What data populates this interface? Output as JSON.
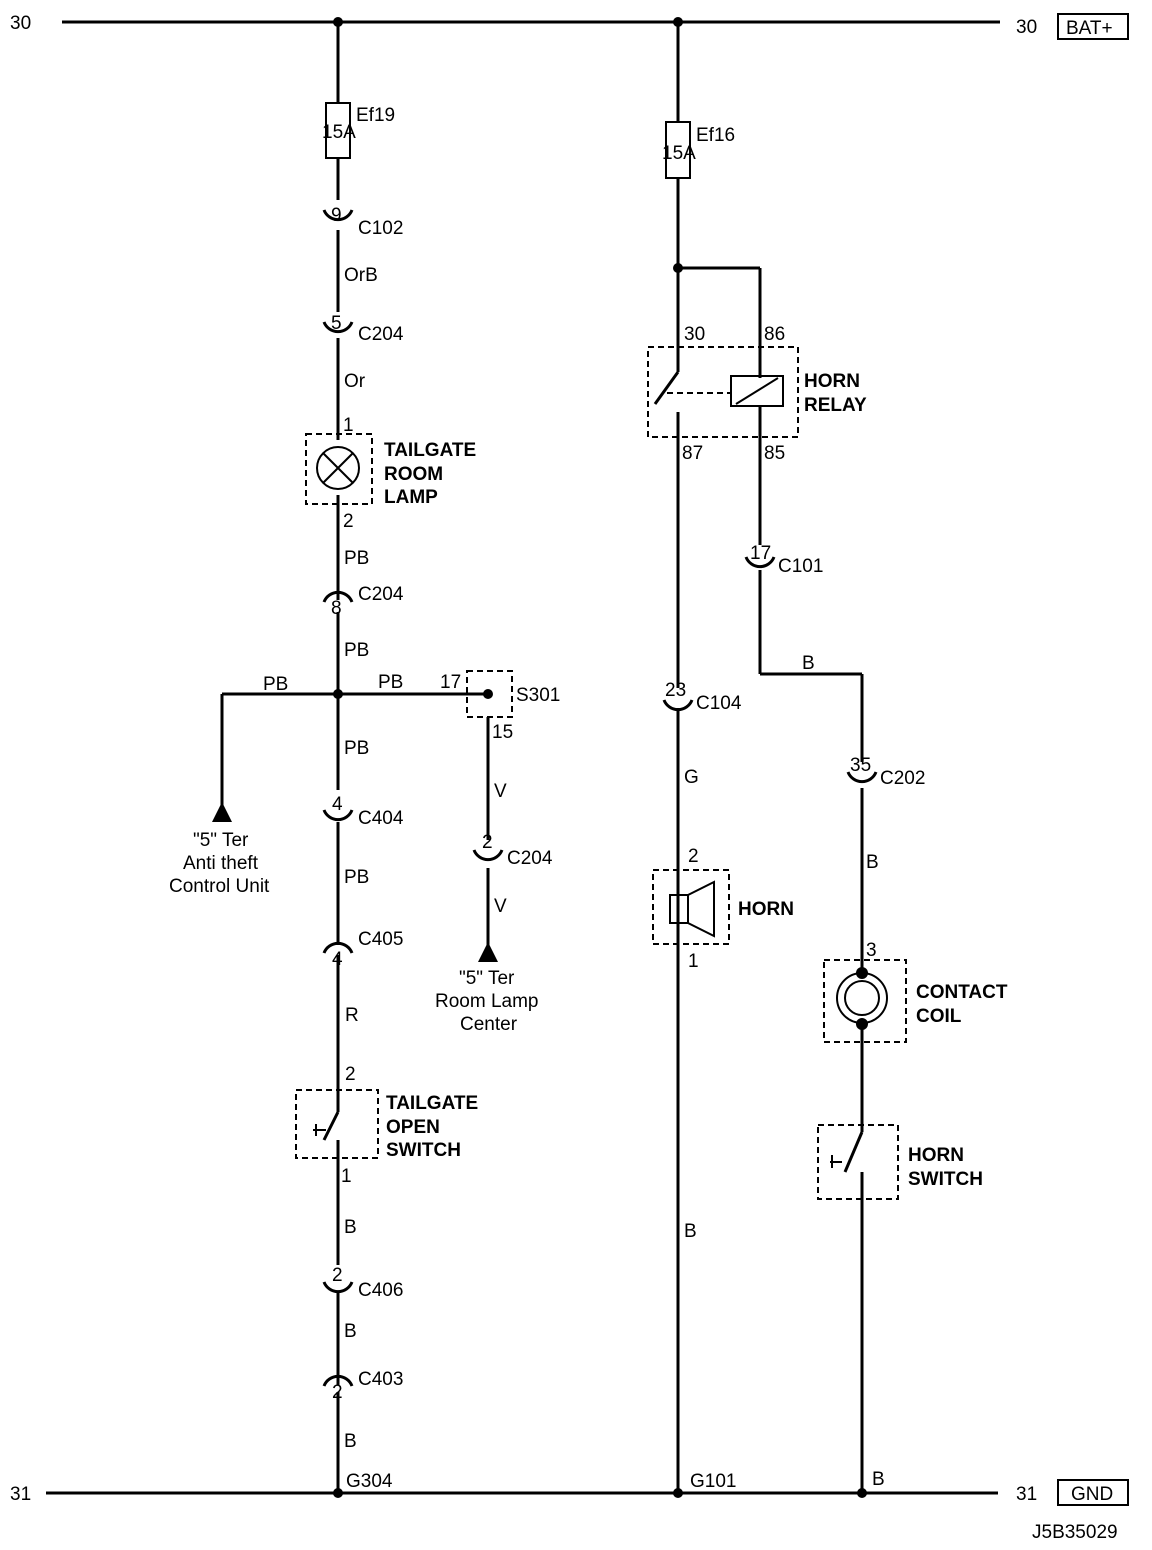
{
  "rails": {
    "top_left": "30",
    "top_right": "30",
    "top_tag": "BAT+",
    "bottom_left": "31",
    "bottom_right": "31",
    "bottom_tag": "GND",
    "ref": "J5B35029"
  },
  "left_circuit": {
    "fuse": {
      "id": "Ef19",
      "rating": "15A"
    },
    "c102": {
      "pin": "9",
      "id": "C102"
    },
    "wire_orb": "OrB",
    "c204_top": {
      "pin": "5",
      "id": "C204"
    },
    "wire_or": "Or",
    "lamp": {
      "pin_in": "1",
      "pin_out": "2",
      "label": [
        "TAILGATE",
        "ROOM",
        "LAMP"
      ]
    },
    "wire_pb1": "PB",
    "c204_mid": {
      "pin": "8",
      "id": "C204"
    },
    "wire_pb2": "PB",
    "wire_pb_left": "PB",
    "wire_pb_right": "PB",
    "splice": {
      "id": "S301",
      "pin_in": "17",
      "pin_out": "15"
    },
    "wire_pb3": "PB",
    "c404": {
      "pin": "4",
      "id": "C404"
    },
    "wire_pb4": "PB",
    "c405": {
      "pin": "4",
      "id": "C405"
    },
    "wire_r": "R",
    "switch": {
      "pin_in": "2",
      "pin_out": "1",
      "label": [
        "TAILGATE",
        "OPEN",
        "SWITCH"
      ]
    },
    "wire_b1": "B",
    "c406": {
      "pin": "2",
      "id": "C406"
    },
    "wire_b2": "B",
    "c403": {
      "pin": "2",
      "id": "C403"
    },
    "wire_b3": "B",
    "ground": "G304",
    "antitheft": [
      "\"5\" Ter",
      "Anti theft",
      "Control Unit"
    ],
    "wire_v1": "V",
    "c204_v": {
      "pin": "2",
      "id": "C204"
    },
    "wire_v2": "V",
    "roomlamp": [
      "\"5\" Ter",
      "Room Lamp",
      "Center"
    ]
  },
  "right_circuit": {
    "fuse": {
      "id": "Ef16",
      "rating": "15A"
    },
    "relay": {
      "pin30": "30",
      "pin86": "86",
      "pin87": "87",
      "pin85": "85",
      "label": [
        "HORN",
        "RELAY"
      ]
    },
    "c101": {
      "pin": "17",
      "id": "C101"
    },
    "wire_b_relay": "B",
    "c202": {
      "pin": "35",
      "id": "C202"
    },
    "wire_b_coil": "B",
    "coil": {
      "pin": "3",
      "label": [
        "CONTACT",
        "COIL"
      ]
    },
    "horn_switch": {
      "label": [
        "HORN",
        "SWITCH"
      ]
    },
    "wire_b_gnd": "B",
    "c104": {
      "pin": "23",
      "id": "C104"
    },
    "wire_g": "G",
    "horn": {
      "pin_in": "2",
      "pin_out": "1",
      "label": "HORN"
    },
    "wire_b_horn": "B",
    "ground": "G101"
  }
}
